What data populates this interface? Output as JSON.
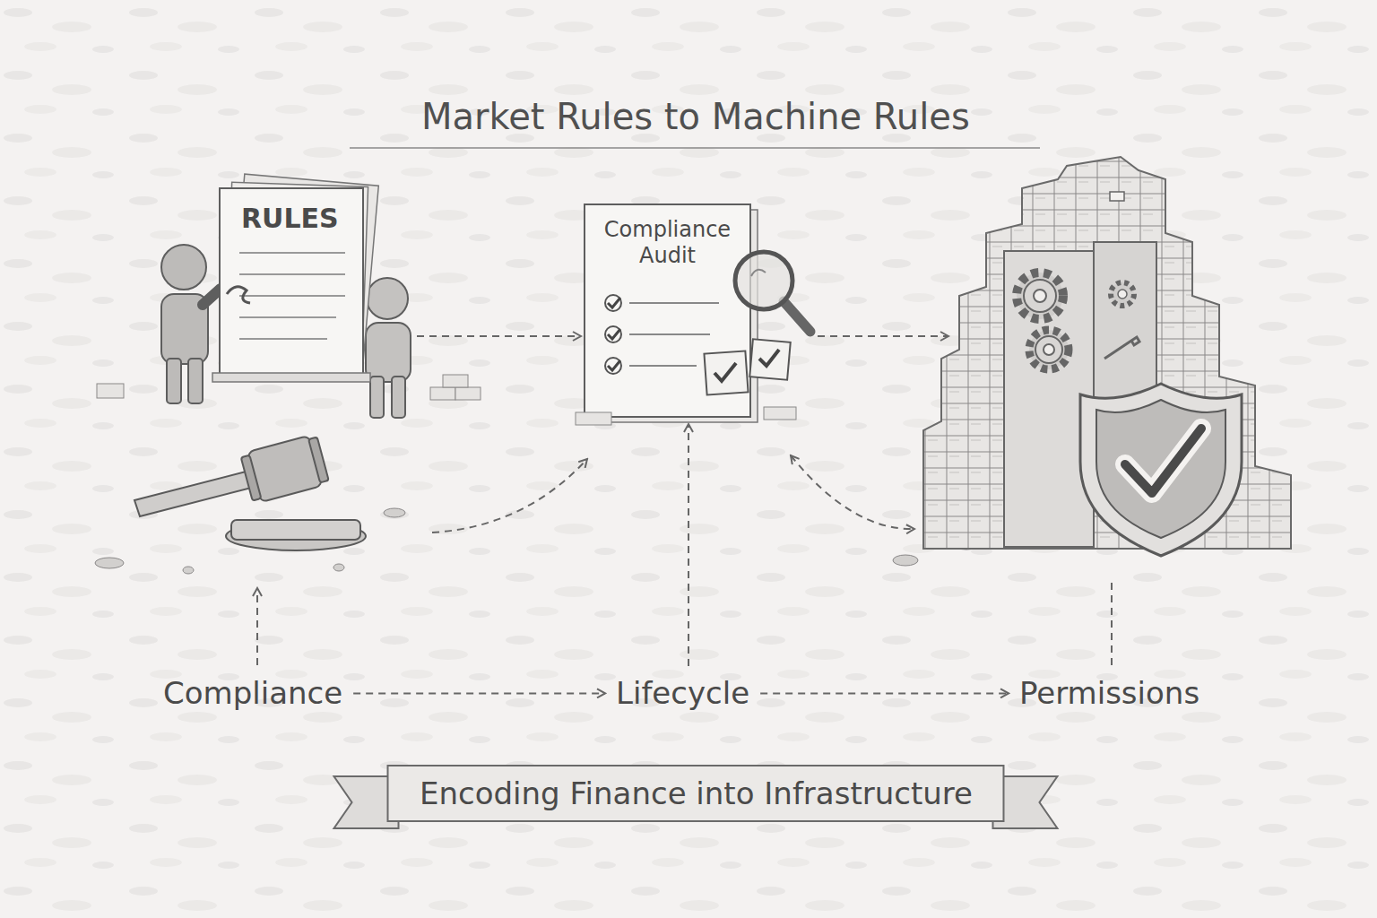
{
  "diagram": {
    "title": "Market Rules to Machine Rules",
    "caption": "Encoding Finance into Infrastructure",
    "nodes": [
      {
        "text": [
          "RULES"
        ]
      },
      {
        "text": [
          "Compliance Audit"
        ]
      },
      {
        "text": [
          "Compliance"
        ]
      },
      {
        "text": [
          "Lifecycle"
        ]
      },
      {
        "text": [
          "Permissions"
        ]
      }
    ],
    "edges": [
      {
        "from": 0,
        "to": 1,
        "arrow": "to"
      },
      {
        "from": 2,
        "to": 3,
        "arrow": "to"
      },
      {
        "from": 3,
        "to": 4,
        "arrow": "to"
      },
      {
        "from": 3,
        "to": 1,
        "arrow": "to"
      }
    ]
  }
}
